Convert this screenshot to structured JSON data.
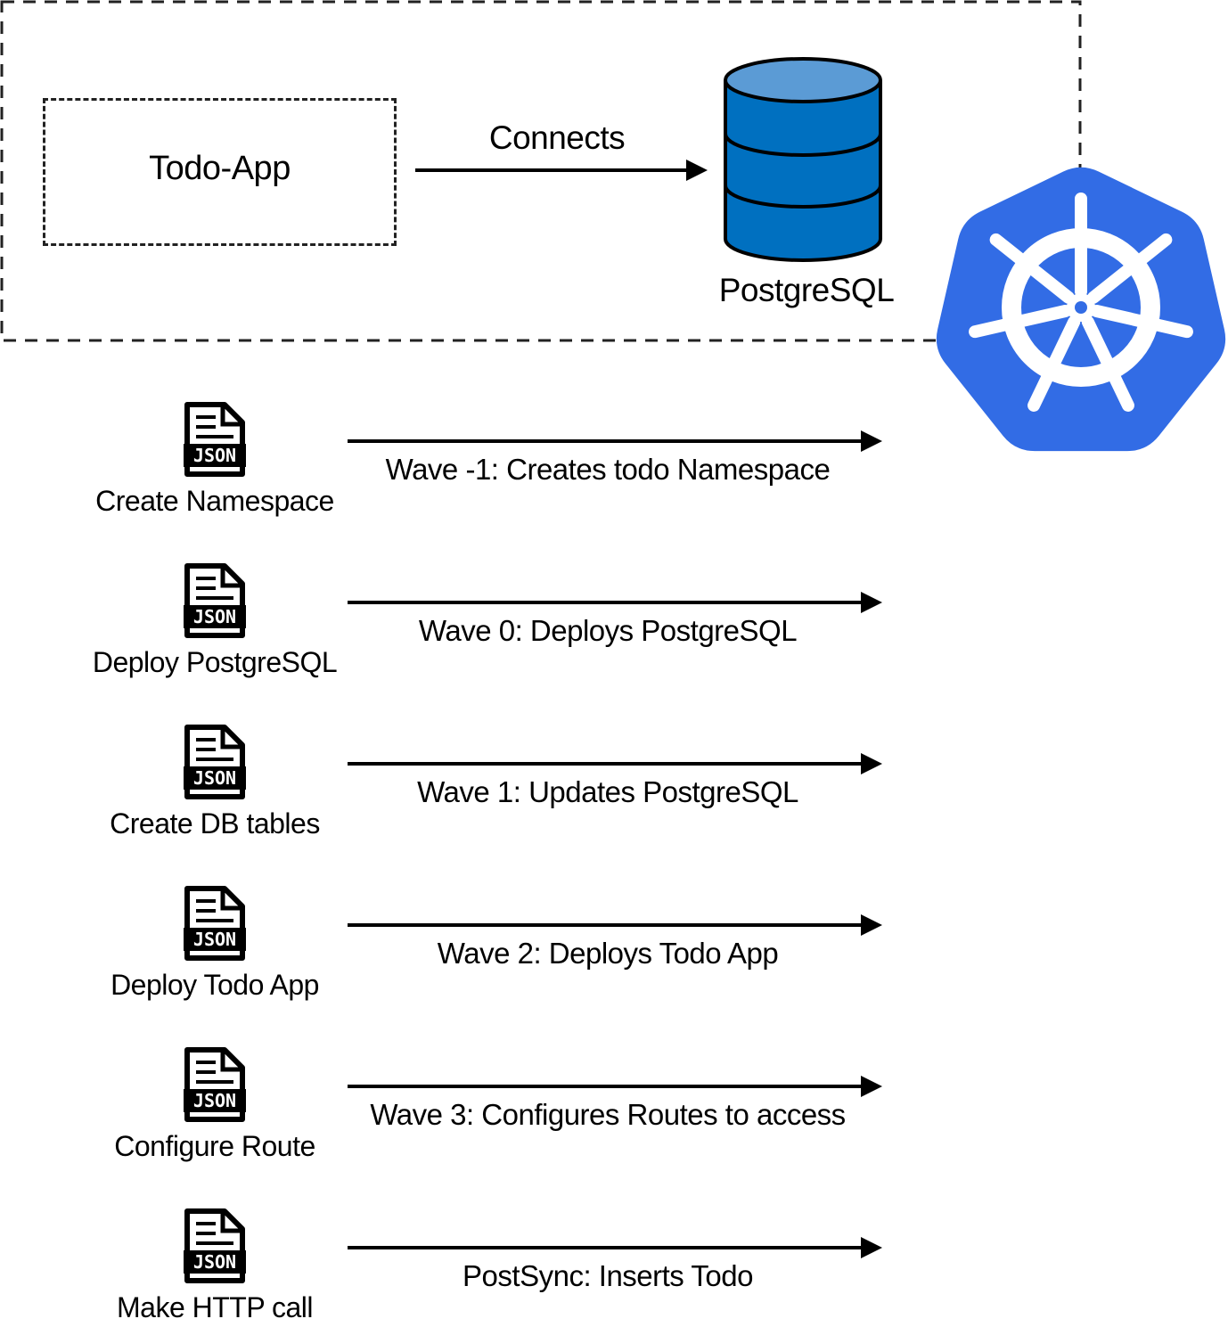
{
  "cluster": {
    "app_label": "Todo-App",
    "connects_label": "Connects",
    "db_label": "PostgreSQL",
    "colors": {
      "db_blue": "#0070c0",
      "db_top": "#5b9bd5",
      "k8s_blue": "#326ce5"
    }
  },
  "icons": {
    "file_icon": "json-file-icon",
    "file_icon_tag": "JSON",
    "db_icon": "database-cylinder-icon",
    "k8s_icon": "kubernetes-helm-icon"
  },
  "steps": [
    {
      "file_label": "Create Namespace",
      "wave_label": "Wave -1: Creates todo Namespace"
    },
    {
      "file_label": "Deploy PostgreSQL",
      "wave_label": "Wave 0: Deploys PostgreSQL"
    },
    {
      "file_label": "Create DB tables",
      "wave_label": "Wave 1: Updates PostgreSQL"
    },
    {
      "file_label": "Deploy Todo App",
      "wave_label": "Wave 2: Deploys Todo App"
    },
    {
      "file_label": "Configure Route",
      "wave_label": "Wave 3: Configures Routes to access"
    },
    {
      "file_label": "Make HTTP call",
      "wave_label": "PostSync: Inserts Todo"
    }
  ]
}
